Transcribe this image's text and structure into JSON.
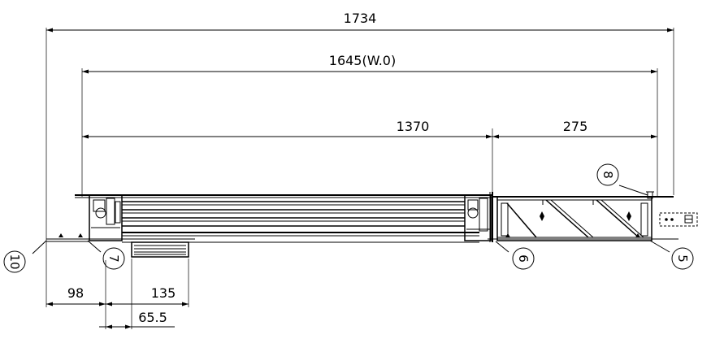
{
  "dimensions": {
    "overall": "1734",
    "width_opening": "1645(W.0)",
    "left_section": "1370",
    "right_section": "275",
    "bottom_left": "98",
    "bottom_middle": "135",
    "bottom_offset": "65.5"
  },
  "callouts": [
    "10",
    "7",
    "6",
    "5",
    "8"
  ]
}
